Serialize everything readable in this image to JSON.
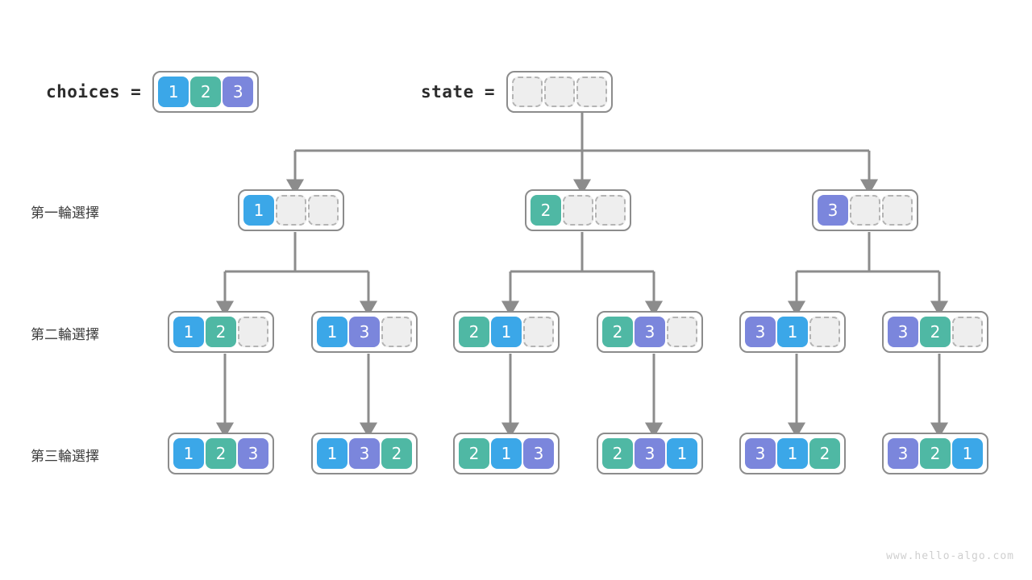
{
  "diagram": {
    "title": "permutation-backtracking-tree",
    "watermark": "www.hello-algo.com",
    "palette": {
      "value1": "#3ba7e8",
      "value2": "#4fb8a4",
      "value3": "#7b86dc",
      "empty_fill": "#eeeeee",
      "empty_border": "#b4b4b4",
      "node_border": "#8c8c8c",
      "wire": "#8c8c8c",
      "text": "#3c3c3c",
      "watermark": "#cfcfcf"
    },
    "header": {
      "choices_label": "choices =",
      "choices_cells": [
        "1",
        "2",
        "3"
      ],
      "state_label": "state =",
      "state_cells": [
        "",
        "",
        ""
      ]
    },
    "rows": [
      {
        "label": "第一輪選擇"
      },
      {
        "label": "第二輪選擇"
      },
      {
        "label": "第三輪選擇"
      }
    ],
    "level1": [
      {
        "cells": [
          "1",
          "",
          ""
        ]
      },
      {
        "cells": [
          "2",
          "",
          ""
        ]
      },
      {
        "cells": [
          "3",
          "",
          ""
        ]
      }
    ],
    "level2": [
      {
        "cells": [
          "1",
          "2",
          ""
        ]
      },
      {
        "cells": [
          "1",
          "3",
          ""
        ]
      },
      {
        "cells": [
          "2",
          "1",
          ""
        ]
      },
      {
        "cells": [
          "2",
          "3",
          ""
        ]
      },
      {
        "cells": [
          "3",
          "1",
          ""
        ]
      },
      {
        "cells": [
          "3",
          "2",
          ""
        ]
      }
    ],
    "level3": [
      {
        "cells": [
          "1",
          "2",
          "3"
        ]
      },
      {
        "cells": [
          "1",
          "3",
          "2"
        ]
      },
      {
        "cells": [
          "2",
          "1",
          "3"
        ]
      },
      {
        "cells": [
          "2",
          "3",
          "1"
        ]
      },
      {
        "cells": [
          "3",
          "1",
          "2"
        ]
      },
      {
        "cells": [
          "3",
          "2",
          "1"
        ]
      }
    ]
  }
}
